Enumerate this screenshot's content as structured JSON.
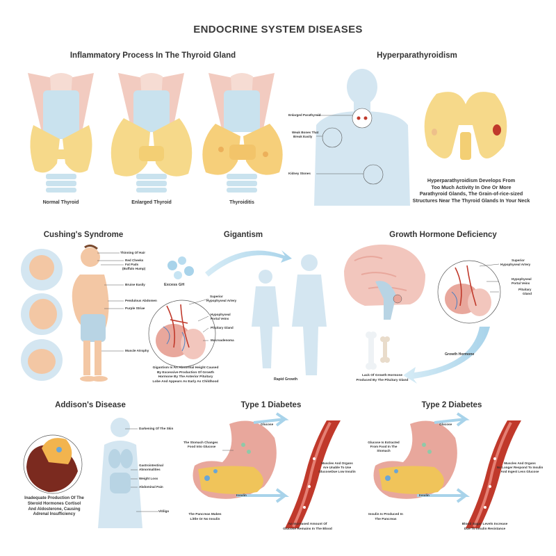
{
  "title": "ENDOCRINE SYSTEM DISEASES",
  "thyroid": {
    "title": "Inflammatory Process In The Thyroid Gland",
    "captions": [
      "Normal Thyroid",
      "Enlarged Thyroid",
      "Thyroiditis"
    ]
  },
  "hyperparathyroidism": {
    "title": "Hyperparathyroidism",
    "labels": [
      "Enlarged Parathyroid",
      "Weak Bones That",
      "Break Easily",
      "Kidney Stones"
    ],
    "description": [
      "Hyperparathyroidism Develops From",
      "Too Much Activity In One Or More",
      "Parathyroid Glands, The Grain-of-rice-sized",
      "Structures Near The Thyroid Glands In Your Neck"
    ]
  },
  "cushings": {
    "title": "Cushing's Syndrome",
    "labels": [
      "Thinning Of Hair",
      "Red Cheeks",
      "Fat Pads",
      "(Buffalo Hump)",
      "Bruise Easily",
      "Pendulous Abdomen",
      "Purple Striae",
      "Muscle Atrophy"
    ]
  },
  "gigantism": {
    "title": "Gigantism",
    "excess": "Excess GH",
    "labels": [
      "Superior",
      "Hypophyseal Artery",
      "Hypophyseal",
      "Portal Veins",
      "Pituitary Gland",
      "Macroadenoma"
    ],
    "description": [
      "Gigantism Is An Abnormal Height Caused",
      "By Excessive Production Of Growth",
      "Hormone By The Anterior Pituitary",
      "Lobe And Appears As Early As Childhood"
    ],
    "growth": "Rapid Growth"
  },
  "ghd": {
    "title": "Growth Hormone Deficiency",
    "labels": [
      "Superior",
      "Hypophyseal Artery",
      "Hypophyseal",
      "Portal Veins",
      "Pituitary",
      "Gland"
    ],
    "growth_hormone": "Growth Hormone",
    "description": [
      "Lack Of Growth Hormone",
      "Produced By The Pituitary Gland"
    ]
  },
  "addisons": {
    "title": "Addison's Disease",
    "labels": [
      "Darkening Of The Skin",
      "Gastrointestinal",
      "Abnormalities",
      "Weight Loss",
      "Abdominal Pain",
      "Vitiligo"
    ],
    "description": [
      "Inadequate Production Of The",
      "Steroid Hormones Cortisol",
      "And Aldosterone, Causing",
      "Adrenal Insufficiency"
    ]
  },
  "type1": {
    "title": "Type 1 Diabetes",
    "labels": [
      "The Stomach Changes",
      "Food Into Glucose",
      "Glucose",
      "Insulin",
      "Muscles And Organs",
      "Are Unable To Use",
      "GlucoseDue Low Insulin"
    ],
    "bottom_left": [
      "The Pancreas Makes",
      "Little Or No Insulin"
    ],
    "bottom_right": [
      "An Increased Amount Of",
      "Glucose Remains In The Blood"
    ]
  },
  "type2": {
    "title": "Type 2 Diabetes",
    "labels": [
      "Glucose Is Extracted",
      "From Food In The",
      "Stomach",
      "Glucose",
      "Insulin",
      "Muscles And Organs",
      "No Longer Respond To Insulin",
      "And Ingest Less Glucose"
    ],
    "bottom_left": [
      "Insulin Is Produced In",
      "The Pancreas"
    ],
    "bottom_right": [
      "Blood Sugar Levels Increase",
      "Due To Insulin Resistance"
    ]
  },
  "colors": {
    "thyroid_yellow": "#f6d98a",
    "cartilage_pink": "#f2cbc0",
    "trachea_blue": "#c9e2ee",
    "body_blue": "#d4e6f1",
    "vessel_red": "#c0392b",
    "stomach_pink": "#e8a79c",
    "pancreas_yellow": "#f0c45a",
    "skin": "#f3c7a4"
  }
}
